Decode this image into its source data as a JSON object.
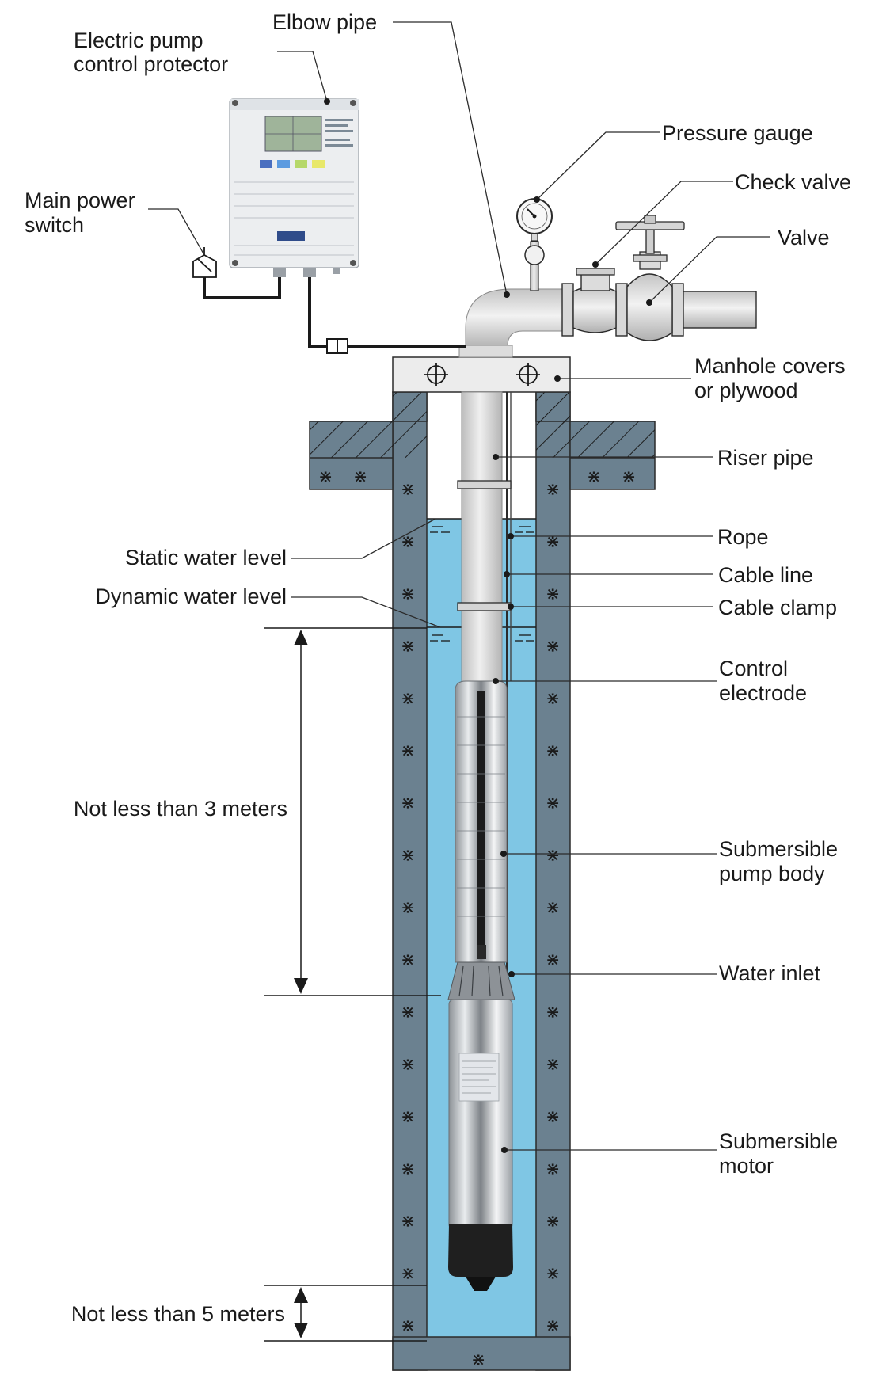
{
  "colors": {
    "water": "#7fc6e4",
    "wall": "#6b8190",
    "pipe": "#dcdcdc",
    "pump_body": "#c9ccd0",
    "motor": "#b7bcc2",
    "controller": "#eceef0",
    "controller_screen": "#9fb49a"
  },
  "labels": {
    "electric_pump_control_protector": [
      "Electric pump",
      "control protector"
    ],
    "elbow_pipe": "Elbow pipe",
    "pressure_gauge": "Pressure gauge",
    "check_valve": "Check valve",
    "valve": "Valve",
    "main_power_switch": [
      "Main power",
      "switch"
    ],
    "manhole_covers": [
      "Manhole covers",
      "or plywood"
    ],
    "riser_pipe": "Riser pipe",
    "rope": "Rope",
    "static_water_level": "Static water level",
    "cable_line": "Cable line",
    "dynamic_water_level": "Dynamic water level",
    "cable_clamp": "Cable clamp",
    "control_electrode": [
      "Control",
      "electrode"
    ],
    "not_less_3m": "Not less than 3 meters",
    "submersible_pump_body": [
      "Submersible",
      "pump body"
    ],
    "water_inlet": "Water inlet",
    "submersible_motor": [
      "Submersible",
      "motor"
    ],
    "not_less_5m": "Not less than 5 meters"
  },
  "icons": {
    "wall_texture": "cross-hatch-mark",
    "controller": "control-box-icon",
    "switch": "power-switch-icon",
    "gauge": "pressure-gauge-icon"
  }
}
